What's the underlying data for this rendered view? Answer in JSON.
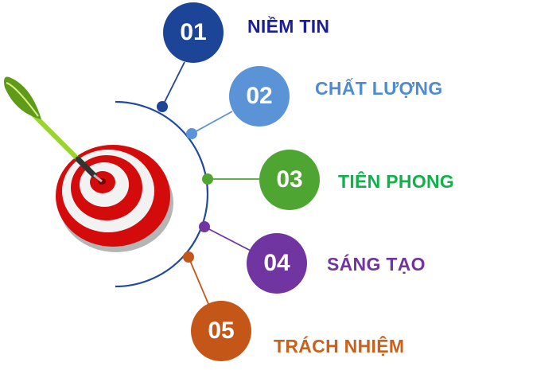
{
  "diagram": {
    "center_icon": "dart-target-icon",
    "arc_color": "#1f4aa0",
    "items": [
      {
        "number": "01",
        "label": "NIỀM TIN",
        "color": "#1d4597",
        "text_color": "#1b1e99"
      },
      {
        "number": "02",
        "label": "CHẤT LƯỢNG",
        "color": "#5a93d6",
        "text_color": "#4f8bd2"
      },
      {
        "number": "03",
        "label": "TIÊN PHONG",
        "color": "#4ea532",
        "text_color": "#12b04a"
      },
      {
        "number": "04",
        "label": "SÁNG TẠO",
        "color": "#7135a2",
        "text_color": "#7135a2"
      },
      {
        "number": "05",
        "label": "TRÁCH NHIỆM",
        "color": "#c45718",
        "text_color": "#c9601c"
      }
    ]
  }
}
